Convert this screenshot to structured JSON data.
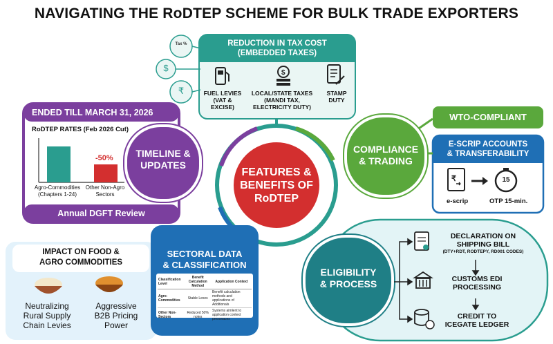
{
  "title": "NAVIGATING THE RoDTEP SCHEME FOR BULK TRADE EXPORTERS",
  "center": {
    "line1": "FEATURES &",
    "line2": "BENEFITS OF",
    "line3": "RoDTEP"
  },
  "tax": {
    "header1": "REDUCTION IN TAX COST",
    "header2": "(EMBEDDED TAXES)",
    "items": [
      {
        "l1": "FUEL LEVIES",
        "l2": "(VAT & EXCISE)",
        "l3": ""
      },
      {
        "l1": "LOCAL/STATE TAXES",
        "l2": "(MANDI TAX,",
        "l3": "ELECTRICITY DUTY)"
      },
      {
        "l1": "STAMP",
        "l2": "DUTY",
        "l3": ""
      }
    ],
    "side_icon_text": "Tax %"
  },
  "timeline": {
    "bubble_l1": "TIMELINE &",
    "bubble_l2": "UPDATES",
    "header": "ENDED TILL MARCH 31, 2026",
    "chart_title": "RoDTEP RATES (Feb 2026 Cut)",
    "footer": "Annual DGFT Review"
  },
  "compliance": {
    "bubble_l1": "COMPLIANCE",
    "bubble_l2": "& TRADING",
    "wto": "WTO-COMPLIANT",
    "escrip_header1": "E-SCRIP ACCOUNTS",
    "escrip_header2": "& TRANSFERABILITY",
    "escrip_label": "e-scrip",
    "otp_label": "OTP 15-min.",
    "clock_number": "15"
  },
  "sectoral": {
    "bubble_l1": "SECTORAL DATA",
    "bubble_l2": "& CLASSIFICATION",
    "headers": [
      "Classification Level",
      "Benefit Calculation Method",
      "Application Context"
    ],
    "rows": [
      [
        "Agro-Commodities",
        "Stable Lexes",
        "Benefit calculation methods and applications of Additionals"
      ],
      [
        "Other Non-Sectors",
        "Reduced 50% notes",
        "Systems aimlent to application context presonaces"
      ]
    ]
  },
  "food": {
    "header1": "IMPACT ON FOOD &",
    "header2": "AGRO COMMODITIES",
    "left_l1": "Neutralizing",
    "left_l2": "Rural Supply",
    "left_l3": "Chain Levies",
    "right_l1": "Aggressive",
    "right_l2": "B2B Pricing",
    "right_l3": "Power"
  },
  "eligibility": {
    "bubble_l1": "ELIGIBILITY",
    "bubble_l2": "& PROCESS",
    "steps": [
      {
        "l1": "DECLARATION ON",
        "l2": "SHIPPING BILL",
        "l3": "(DTY+RDT, RODTEPY, RD001 CODES)"
      },
      {
        "l1": "CUSTOMS EDI",
        "l2": "PROCESSING",
        "l3": ""
      },
      {
        "l1": "CREDIT TO",
        "l2": "ICEGATE LEDGER",
        "l3": ""
      }
    ]
  },
  "colors": {
    "teal": "#2a9d8f",
    "teal_dark": "#1f7f86",
    "purple": "#7b3f9e",
    "green": "#5aa83c",
    "blue": "#1f6fb5",
    "red": "#d32f2f",
    "light_blue_bg": "#e3f2fb"
  },
  "chart_data": {
    "type": "bar",
    "title": "RoDTEP RATES (Feb 2026 Cut)",
    "categories": [
      "Agro-Commodities (Chapters 1-24)",
      "Other Non-Agro Sectors"
    ],
    "values": [
      100,
      50
    ],
    "annotation": "-50%",
    "colors": [
      "#2a9d8f",
      "#d32f2f"
    ]
  }
}
